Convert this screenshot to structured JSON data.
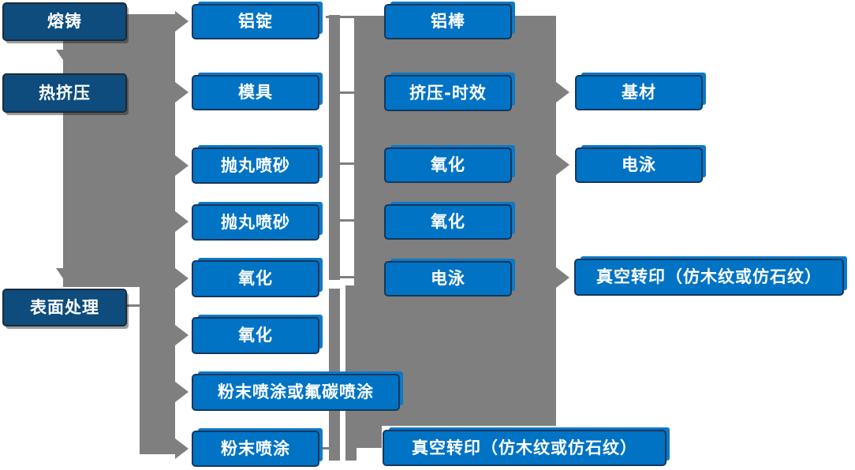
{
  "diagram": {
    "description": "Aluminum profile production process flowchart",
    "col1": [
      {
        "label": "熔铸"
      },
      {
        "label": "热挤压"
      },
      {
        "label": "表面处理"
      }
    ],
    "col2": [
      {
        "label": "铝锭"
      },
      {
        "label": "模具"
      },
      {
        "label": "抛丸喷砂"
      },
      {
        "label": "抛丸喷砂"
      },
      {
        "label": "氧化"
      },
      {
        "label": "氧化"
      },
      {
        "label": "粉末喷涂或氟碳喷涂"
      },
      {
        "label": "粉末喷涂"
      }
    ],
    "col3": [
      {
        "label": "铝棒"
      },
      {
        "label": "挤压-时效"
      },
      {
        "label": "氧化"
      },
      {
        "label": "氧化"
      },
      {
        "label": "电泳"
      },
      {
        "label": "真空转印（仿木纹或仿石纹）"
      }
    ],
    "col4": [
      {
        "label": "基材"
      },
      {
        "label": "电泳"
      },
      {
        "label": "真空转印（仿木纹或仿石纹）"
      }
    ],
    "colors": {
      "stage_box": "#0d4c7d",
      "process_box": "#0173c5",
      "connector": "#7f7f7f",
      "text": "#ffffff"
    }
  }
}
